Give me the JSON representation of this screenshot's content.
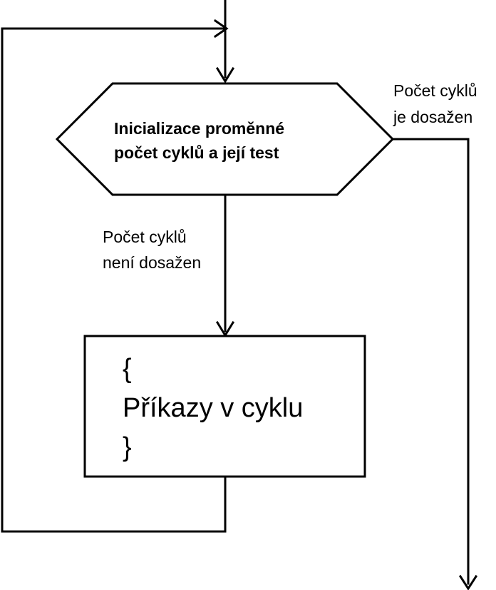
{
  "diagram": {
    "decision": {
      "line1": "Inicializace proměnné",
      "line2": "počet cyklů a její test"
    },
    "process": {
      "open_brace": "{",
      "body": "Příkazy v cyklu",
      "close_brace": "}"
    },
    "branch_yes": {
      "line1": "Počet cyklů",
      "line2": "je dosažen"
    },
    "branch_no": {
      "line1": "Počet cyklů",
      "line2": "není dosažen"
    }
  }
}
